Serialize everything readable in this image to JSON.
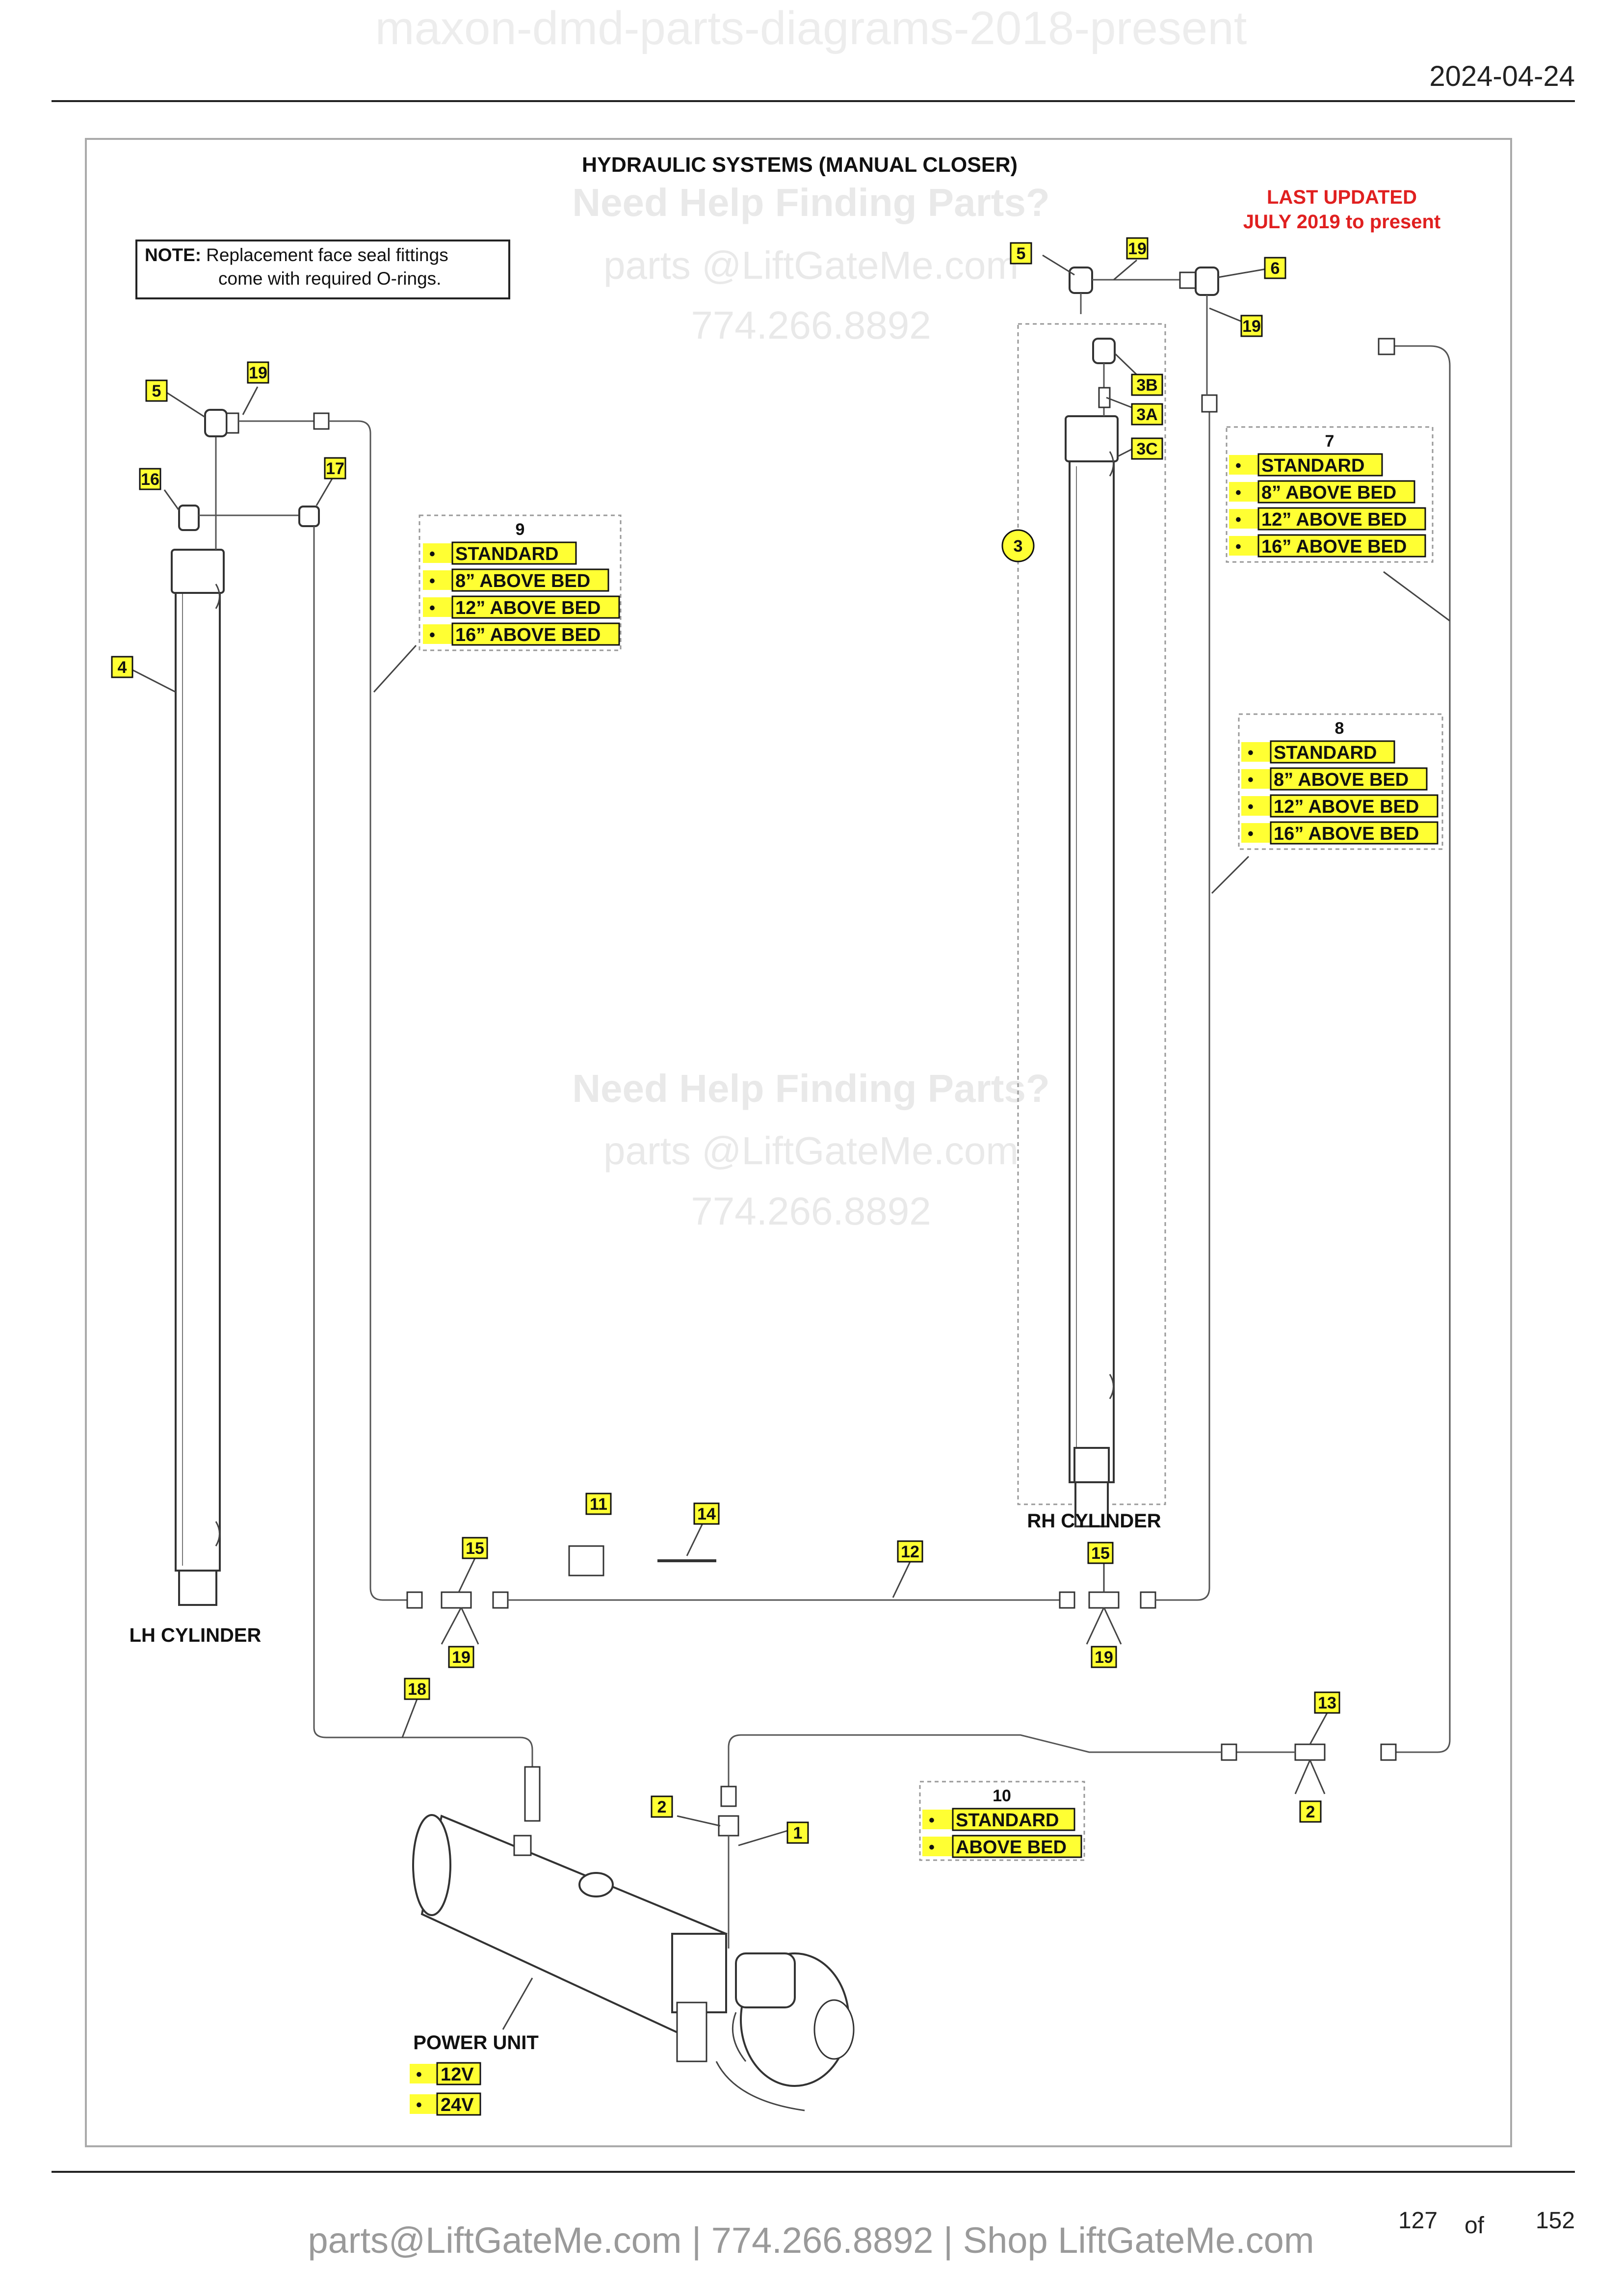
{
  "header": {
    "watermark": "maxon-dmd-parts-diagrams-2018-present",
    "date": "2024-04-24"
  },
  "title": "HYDRAULIC SYSTEMS (MANUAL CLOSER)",
  "last_updated": [
    "LAST UPDATED",
    "JULY 2019 to present"
  ],
  "note": {
    "label": "NOTE:",
    "line1": "Replacement face seal fittings",
    "line2": "come with required O-rings."
  },
  "watermarks": [
    "Need Help Finding Parts?",
    "parts @LiftGateMe.com",
    "774.266.8892"
  ],
  "labels": {
    "lh_cylinder": "LH CYLINDER",
    "rh_cylinder": "RH CYLINDER",
    "power_unit": "POWER UNIT"
  },
  "callouts": [
    "1",
    "2",
    "2",
    "3",
    "3A",
    "3B",
    "3C",
    "4",
    "5",
    "5",
    "6",
    "11",
    "12",
    "13",
    "14",
    "15",
    "15",
    "16",
    "17",
    "18",
    "19",
    "19",
    "19",
    "19",
    "19"
  ],
  "option_groups": {
    "g9": {
      "number": "9",
      "items": [
        "STANDARD",
        "8” ABOVE BED",
        "12” ABOVE BED",
        "16” ABOVE BED"
      ]
    },
    "g7": {
      "number": "7",
      "items": [
        "STANDARD",
        "8” ABOVE BED",
        "12” ABOVE BED",
        "16” ABOVE BED"
      ]
    },
    "g8": {
      "number": "8",
      "items": [
        "STANDARD",
        "8” ABOVE BED",
        "12” ABOVE BED",
        "16” ABOVE BED"
      ]
    },
    "g10": {
      "number": "10",
      "items": [
        "STANDARD",
        "ABOVE BED"
      ]
    },
    "power": {
      "items": [
        "12V",
        "24V"
      ]
    }
  },
  "bullet": "•",
  "footer": {
    "text": "parts@LiftGateMe.com | 774.266.8892 | Shop LiftGateMe.com",
    "page": "127",
    "of": "of",
    "total": "152"
  },
  "colors": {
    "callout_fill": "#ffff33",
    "accent_red": "#e02020"
  }
}
